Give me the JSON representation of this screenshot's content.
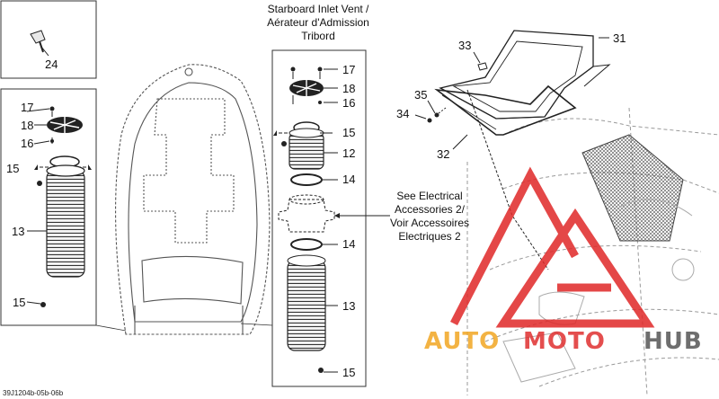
{
  "diagram": {
    "inset_small_label": "24",
    "left_inset_labels": {
      "p17": "17",
      "p18": "18",
      "p16": "16",
      "p15a": "15",
      "p13": "13",
      "p15b": "15"
    },
    "center_title_lines": [
      "Starboard Inlet Vent /",
      "Aérateur d'Admission",
      "Tribord"
    ],
    "center_labels": {
      "p17": "17",
      "p18": "18",
      "p16": "16",
      "p15a": "15",
      "p12": "12",
      "p14a": "14",
      "p14b": "14",
      "p13": "13",
      "p15b": "15"
    },
    "see_note_lines": [
      "See Electrical",
      "Accessories 2/",
      "Voir Accessoires",
      "Electriques 2"
    ],
    "right_labels": {
      "p33": "33",
      "p31": "31",
      "p35": "35",
      "p34": "34",
      "p32": "32"
    },
    "drawing_code": "39J1204b-05b-06b"
  },
  "watermark": {
    "part1": "AUTO",
    "part2": "MOTO",
    "part3": "HUB",
    "colors": {
      "auto": "#f2a623",
      "moto": "#e03030",
      "hub": "#555555",
      "triangle": "#e02828"
    }
  }
}
